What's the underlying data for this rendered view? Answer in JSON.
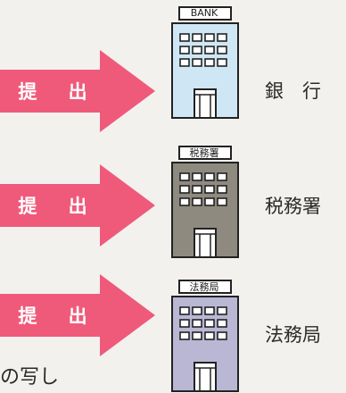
{
  "rows": [
    {
      "arrow_label": "提 出",
      "sign": "BANK",
      "office": "銀　行",
      "wall_color": "#cfe7f4"
    },
    {
      "arrow_label": "提 出",
      "sign": "税務署",
      "office": "税務署",
      "wall_color": "#8f8a80"
    },
    {
      "arrow_label": "提 出",
      "sign": "法務局",
      "office": "法務局",
      "wall_color": "#b9b7d4"
    }
  ],
  "arrow_color": "#ef5a7a",
  "caption": "の写し"
}
